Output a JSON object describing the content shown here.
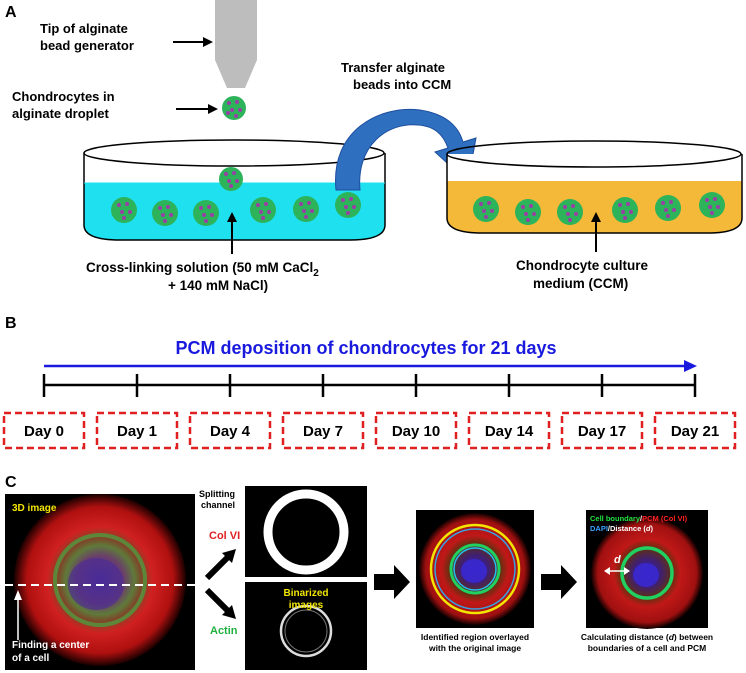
{
  "panel_a": {
    "letter": "A",
    "tip_label_1": "Tip of alginate",
    "tip_label_2": "bead generator",
    "droplet_label_1": "Chondrocytes in",
    "droplet_label_2": "alginate droplet",
    "transfer_label_1": "Transfer alginate",
    "transfer_label_2": "beads into CCM",
    "crosslink_label_1": "Cross-linking solution (50 mM CaCl",
    "crosslink_sub": "2",
    "crosslink_label_2": "+ 140 mM NaCl)",
    "ccm_label_1": "Chondrocyte culture",
    "ccm_label_2": "medium (CCM)",
    "colors": {
      "crosslink_solution": "#1fe0ef",
      "culture_medium": "#f5b93a",
      "bead": "#2db35a",
      "bead_dots": "#9a3fa6",
      "arrow": "#2f6fbf"
    }
  },
  "panel_b": {
    "letter": "B",
    "timeline_title": "PCM deposition of chondrocytes for 21 days",
    "days": [
      "Day 0",
      "Day 1",
      "Day 4",
      "Day 7",
      "Day 10",
      "Day 14",
      "Day 17",
      "Day 21"
    ],
    "colors": {
      "title": "#1a1adf",
      "box_border": "#e02020"
    }
  },
  "panel_c": {
    "letter": "C",
    "img1_label": "3D image",
    "center_label_1": "Finding a center",
    "center_label_2": "of a cell",
    "splitting_1": "Splitting",
    "splitting_2": "channel",
    "colvi": "Col VI",
    "actin": "Actin",
    "binarized_1": "Binarized",
    "binarized_2": "images",
    "identified_1": "Identified region overlayed",
    "identified_2": "with the original image",
    "legend_cell_boundary": "Cell boundary",
    "legend_slash": "/",
    "legend_pcm": "PCM (Col VI)",
    "legend_dapi": "DAPI",
    "legend_distance": "Distance (",
    "legend_d": "d",
    "legend_close": ")",
    "d_marker": "d",
    "calc_1": "Calculating distance (",
    "calc_d": "d",
    "calc_2": ") between",
    "calc_3": "boundaries of a cell and PCM"
  }
}
